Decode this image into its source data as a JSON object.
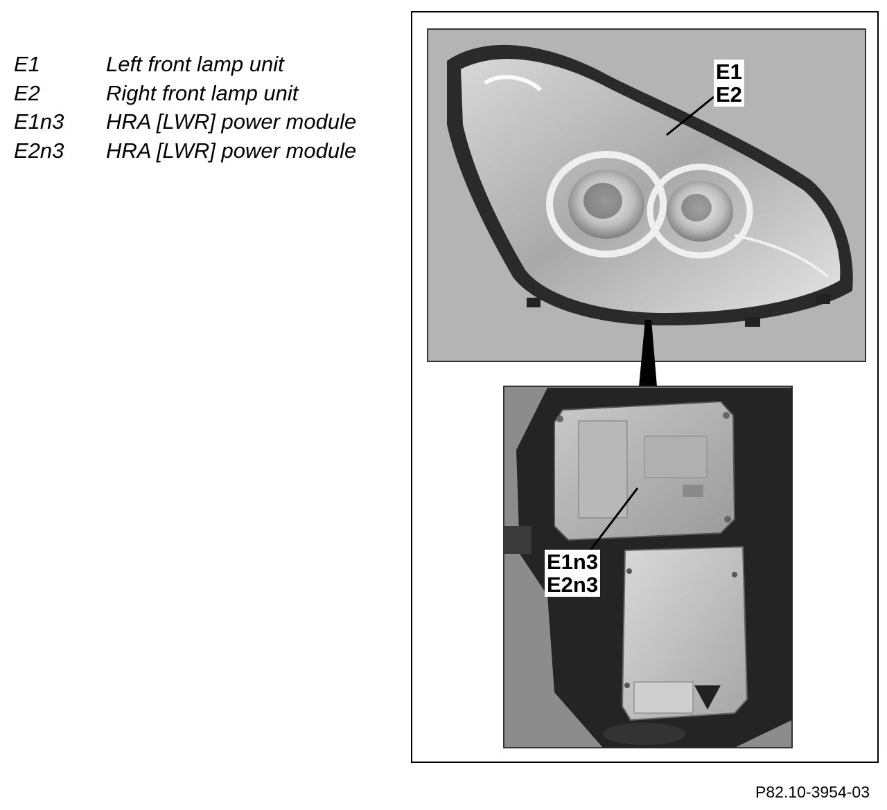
{
  "legend": [
    {
      "code": "E1",
      "description": "Left front lamp unit"
    },
    {
      "code": "E2",
      "description": "Right front lamp unit"
    },
    {
      "code": "E1n3",
      "description": "HRA [LWR] power module"
    },
    {
      "code": "E2n3",
      "description": "HRA [LWR] power module"
    }
  ],
  "callouts": {
    "top": {
      "line1": "E1",
      "line2": "E2"
    },
    "bottom": {
      "line1": "E1n3",
      "line2": "E2n3"
    }
  },
  "figure_ref": "P82.10-3954-03"
}
